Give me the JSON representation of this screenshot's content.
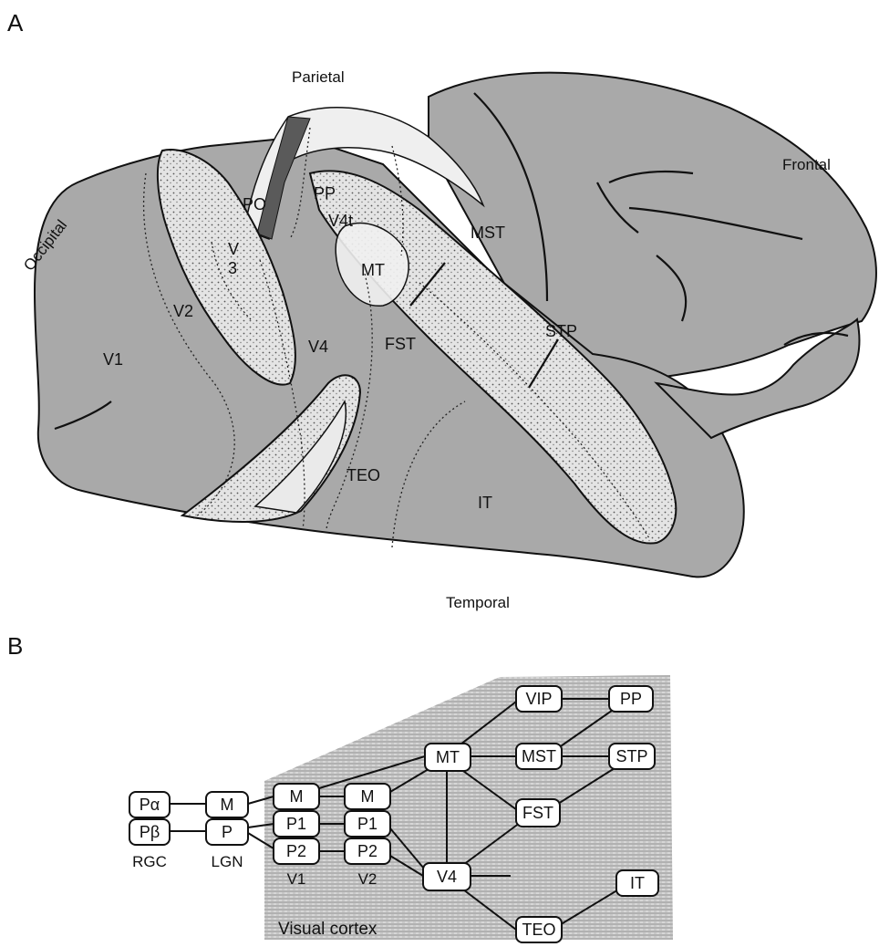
{
  "panels": {
    "a": "A",
    "b": "B"
  },
  "brain": {
    "lobes": {
      "occipital": "Occipital",
      "parietal": "Parietal",
      "frontal": "Frontal",
      "temporal": "Temporal"
    },
    "areas": {
      "po": "PO",
      "pp": "PP",
      "v4t": "V4t",
      "mst": "MST",
      "v3_a": "V",
      "v3_b": "3",
      "mt": "MT",
      "v2": "V2",
      "v4": "V4",
      "fst": "FST",
      "stp": "STP",
      "v1": "V1",
      "teo": "TEO",
      "it": "IT"
    }
  },
  "pathway": {
    "cortex_label": "Visual cortex",
    "stage_labels": {
      "rgc": "RGC",
      "lgn": "LGN",
      "v1": "V1",
      "v2": "V2"
    },
    "nodes": {
      "palpha": "Pα",
      "pbeta": "Pβ",
      "lgn_m": "M",
      "lgn_p": "P",
      "v1_m": "M",
      "v1_p1": "P1",
      "v1_p2": "P2",
      "v2_m": "M",
      "v2_p1": "P1",
      "v2_p2": "P2",
      "mt": "MT",
      "v4": "V4",
      "vip": "VIP",
      "mst": "MST",
      "fst": "FST",
      "teo": "TEO",
      "pp": "PP",
      "stp": "STP",
      "it": "IT"
    }
  }
}
